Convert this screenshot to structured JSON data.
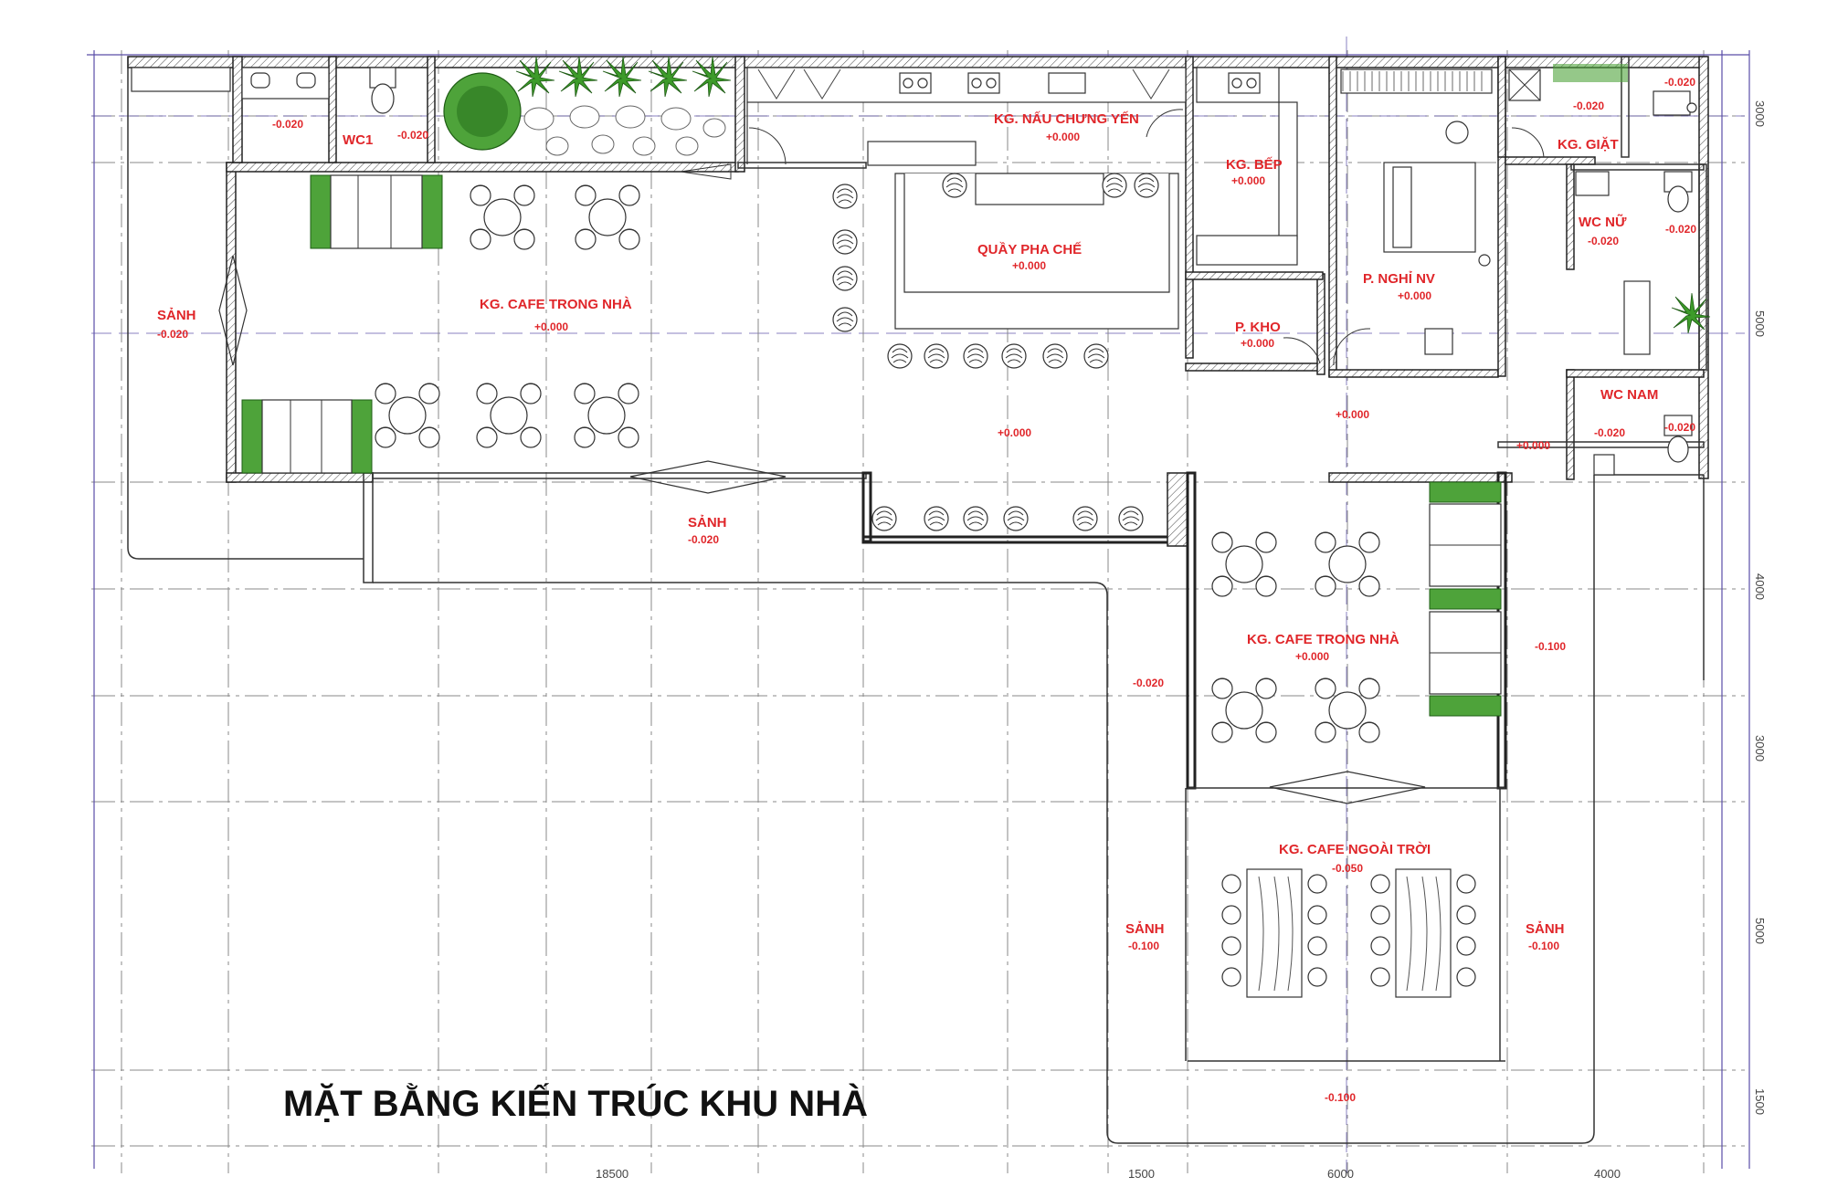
{
  "title": "MẶT BẰNG KIẾN TRÚC KHU NHÀ",
  "rooms": [
    {
      "name": "SẢNH",
      "level": "-0.020"
    },
    {
      "name": "WC1",
      "level": "-0.020"
    },
    {
      "name": "KG. CAFE TRONG NHÀ",
      "level": "+0.000"
    },
    {
      "name": "KG. NẤU CHƯNG YẾN",
      "level": "+0.000"
    },
    {
      "name": "QUẦY PHA CHẾ",
      "level": "+0.000"
    },
    {
      "name": "KG. BẾP",
      "level": "+0.000"
    },
    {
      "name": "P. KHO",
      "level": "+0.000"
    },
    {
      "name": "P. NGHỈ NV",
      "level": "+0.000"
    },
    {
      "name": "KG. GIẶT",
      "level": "-0.020"
    },
    {
      "name": "WC NỮ",
      "level": "-0.020"
    },
    {
      "name": "WC NAM",
      "level": "-0.020"
    },
    {
      "name": "SẢNH",
      "level": "-0.020"
    },
    {
      "name": "KG. CAFE TRONG NHÀ",
      "level": "+0.000"
    },
    {
      "name": "KG. CAFE NGOÀI TRỜI",
      "level": "-0.050"
    },
    {
      "name": "SẢNH",
      "level": "-0.100"
    },
    {
      "name": "SẢNH",
      "level": "-0.100"
    }
  ],
  "levels_extra": [
    "-0.020",
    "-0.020",
    "-0.020",
    "+0.000",
    "+0.000",
    "+0.000",
    "-0.100",
    "-0.020",
    "-0.100"
  ],
  "dimensions_bottom": [
    "18500",
    "1500",
    "6000",
    "4000"
  ],
  "dimensions_right": [
    "3000",
    "5000",
    "4000",
    "3000",
    "5000",
    "1500"
  ],
  "colors": {
    "label": "#e0262a",
    "line": "#222222",
    "plant": "#3d9b2a",
    "grid_axis": "#5a4ea8"
  }
}
